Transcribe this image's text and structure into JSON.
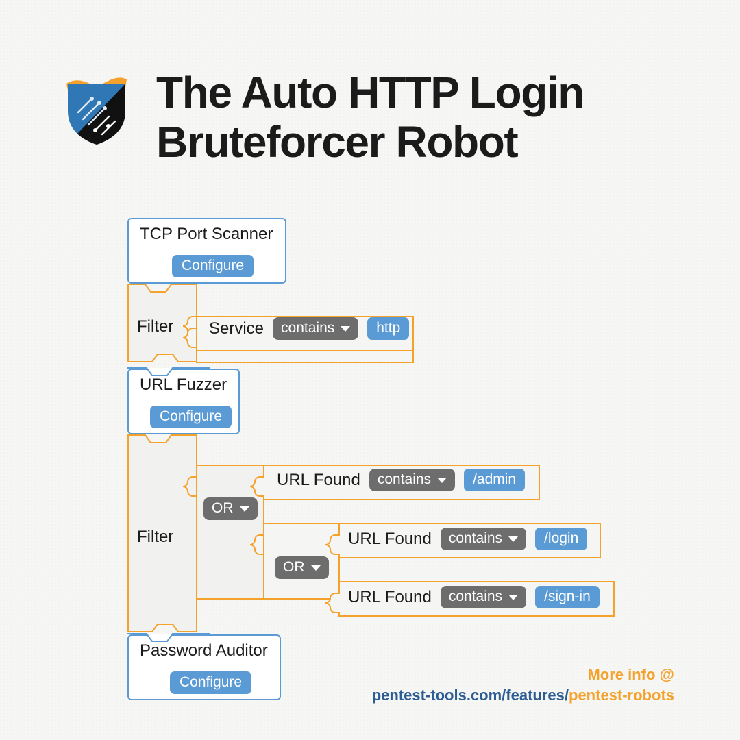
{
  "page": {
    "background_color": "#f6f6f4",
    "title_line1": "The Auto HTTP Login",
    "title_line2": "Bruteforcer Robot",
    "title_full": "The Auto HTTP Login Bruteforcer Robot"
  },
  "logo": {
    "name": "pentest-tools-shield-logo",
    "colors": {
      "swoosh": "#f5a22d",
      "left": "#2f77b5",
      "right": "#111111"
    }
  },
  "colors": {
    "accent_orange": "#f5a22d",
    "accent_blue": "#5b9bd5",
    "dropdown_gray": "#6d6d6d",
    "tool_border": "#5b9bd5",
    "filter_fill": "#f1f1ef",
    "link_dark": "#2c5c94"
  },
  "workflow": {
    "blocks": [
      {
        "type": "tool",
        "id": "tcp-port-scanner",
        "label": "TCP Port Scanner",
        "button": "Configure"
      },
      {
        "type": "filter",
        "id": "filter-service",
        "label": "Filter",
        "conditions": [
          {
            "field": "Service",
            "operator": "contains",
            "value": "http"
          }
        ]
      },
      {
        "type": "tool",
        "id": "url-fuzzer",
        "label": "URL Fuzzer",
        "button": "Configure"
      },
      {
        "type": "filter",
        "id": "filter-url-found",
        "label": "Filter",
        "logic_operator_outer": "OR",
        "logic_operator_inner": "OR",
        "conditions": [
          {
            "field": "URL Found",
            "operator": "contains",
            "value": "/admin"
          },
          {
            "field": "URL Found",
            "operator": "contains",
            "value": "/login"
          },
          {
            "field": "URL Found",
            "operator": "contains",
            "value": "/sign-in"
          }
        ]
      },
      {
        "type": "tool",
        "id": "password-auditor",
        "label": "Password Auditor",
        "button": "Configure"
      }
    ]
  },
  "footer": {
    "more_info": "More info @",
    "url_domain": "pentest-tools.com/features/",
    "url_path": "pentest-robots"
  }
}
